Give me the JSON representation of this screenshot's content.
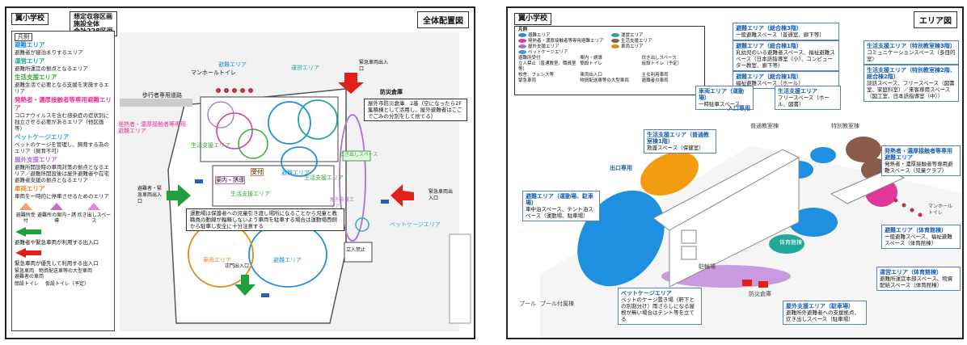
{
  "left": {
    "school": "翼小学校",
    "summary": [
      "想定収容区画",
      "施設全体",
      "合計228区画"
    ],
    "map_title": "全体配置図",
    "legend_title": "凡例",
    "legend": [
      {
        "name": "避難エリア",
        "desc": "避難者が寝泊まりするエリア",
        "color": "#1f8fe0"
      },
      {
        "name": "運営エリア",
        "desc": "避難所運営の拠点となるエリア",
        "color": "#22a89a"
      },
      {
        "name": "生活支援エリア",
        "desc": "避難生活で必要となる支援を実施するエリア",
        "color": "#38a838"
      },
      {
        "name": "発熱者・濃厚接触者等専用避難エリア",
        "desc": "コロナウイルスを含む感染症の症状別に独立させる必要があるエリア（他区画等）",
        "color": "#e0389a"
      },
      {
        "name": "ペットケージエリア",
        "desc": "ペットのケージを管理し、飼育する為のエリア（飼育不可）",
        "color": "#3aa0d8"
      },
      {
        "name": "屋外支援エリア",
        "desc": "避難所開設時の車両対策の拠点となるエリア／避難所開設後は屋外避難者や在宅避難者支援の拠点となるエリア",
        "color": "#b070d0"
      },
      {
        "name": "車両エリア",
        "desc": "車両を一時的に停車させるためのエリア",
        "color": "#e08a20"
      }
    ],
    "tent_labels": [
      "避難所受付",
      "避難所の案内・誘導",
      "炊き出しスペース"
    ],
    "arrow_labels": [
      "避難者や緊急車両が利用する出入口",
      "緊急車両が優先して利用する出入口"
    ],
    "vehicle_labels": [
      "緊急車両",
      "物資配送車等の大型車両",
      "避難者の車両"
    ],
    "toilet_labels": [
      "簡設トイレ",
      "仮設トイレ（予定）"
    ],
    "map": {
      "road": "歩行者専用道路",
      "manhole": "マンホールトイレ",
      "evac_area": "避難エリア",
      "ops_area": "運営エリア",
      "life_area": "生活支援エリア",
      "fever_area": "発熱者・濃厚接触者等専用避難エリア",
      "reception": "案内・誘導",
      "desk": "受付",
      "stockpile": "防災倉庫",
      "stock_note": "屋外市防災倉庫　2基（空になったら2F集積棟として活用し、屋外避難者はここでごみの分別をして捨てる）",
      "cooking": "炊き出しスペース",
      "outdoor": "屋外支援エリア",
      "pet": "ペットケージエリア",
      "notice": "運動場は保護者への児童引き渡し場所になることから児童と教職員の動線が輻輳しないよう車両を駐車する場合は運動場西側から駐車し安全に十分注意する",
      "vehicle_area": "車両エリア",
      "no_entry": "立入禁止",
      "gate_in": "避難者・緊急車両出入口",
      "gate_emergency": "緊急車両出入口",
      "gate_main": "正門出入口"
    }
  },
  "right": {
    "school": "翼小学校",
    "map_title": "エリア図",
    "legend_title": "凡例",
    "legend": [
      {
        "name": "避難エリア",
        "color": "#1f8fe0"
      },
      {
        "name": "運営エリア",
        "color": "#22a89a"
      },
      {
        "name": "発熱者・濃厚接触者等専用避難エリア",
        "color": "#e0389a"
      },
      {
        "name": "生活支援エリア",
        "color": "#8b5a4a"
      },
      {
        "name": "屋外支援エリア",
        "color": "#b070d0"
      },
      {
        "name": "車両エリア",
        "color": "#e08a20"
      },
      {
        "name": "ペットケージエリア",
        "color": "#3aa0d8"
      }
    ],
    "legend_extra": [
      "避難所受付",
      "案内・誘導",
      "炊き出しスペース",
      "立入禁止（普通教室、職員室等）",
      "簡設トイレ",
      "仮設トイレ（予定）",
      "校舎、フェンス等",
      "車両出入口",
      "主な利用車両",
      "緊急車両",
      "物資配送車等の大型車両",
      "避難者の車両"
    ],
    "callouts": [
      {
        "title": "避難エリア（総合棟3階）",
        "body": "一般避難スペース（普通室、廊下等）"
      },
      {
        "title": "避難エリア（総合棟1階）",
        "body": "乳幼児のいる避難者スペース、福祉避難スペース（日本語指導室（小）、コンピューター教室、廊下等）"
      },
      {
        "title": "避難エリア（総合棟1階）",
        "body": "福祉避難スペース（ホール）"
      },
      {
        "title": "生活支援エリア（特別教室棟3階）",
        "body": "コミュニケーションスペース（多目的室）"
      },
      {
        "title": "生活支援エリア（特別教室棟2階、総合棟2階）",
        "body": "談話スペース、フリースペース（図書室、家庭科室）／来客専用スペース（図工室、日本語指導室（中））"
      },
      {
        "title": "車両エリア（運動場）",
        "body": "一時駐車スペース"
      },
      {
        "title": "生活支援エリア",
        "body": "フリースペース（ホール、図書）"
      },
      {
        "title": "生活支援エリア（普通教室棟1階）",
        "body": "救護スペース（保健室）"
      },
      {
        "title": "避難エリア（運動場、駐車場）",
        "body": "車中泊スペース、テント泊スペース（運動場、駐車場）"
      },
      {
        "title": "発熱者・濃厚接触者等専用避難エリア",
        "body": "発熱者・濃厚接触者等専用避難スペース（児童クラブ）"
      },
      {
        "title": "避難エリア（体育館棟）",
        "body": "一般避難スペース、福祉避難スペース（体育館棟）"
      },
      {
        "title": "運営エリア（体育館棟）",
        "body": "避難所運営本部スペース、物資配給スペース（体育館棟）"
      },
      {
        "title": "ペットケージエリア",
        "body": "ペットのケージ置き場（軒下との別割分け）雨ざらしになる屋根が無い場合はテント等を立てる"
      },
      {
        "title": "屋外支援エリア（駐車場）",
        "body": "避難所外避難者への支援拠点、炊き出しスペース（駐車場）"
      }
    ],
    "labels": {
      "entry": "入口専用",
      "exit": "出口専用",
      "manhole": "マンホールトイレ",
      "pool": "プール",
      "pool_build": "プール付属棟",
      "gym": "体育館棟",
      "stock": "防災倉庫",
      "special": "特別教室棟",
      "general": "普通教室棟",
      "bike": "駐輪場"
    }
  }
}
